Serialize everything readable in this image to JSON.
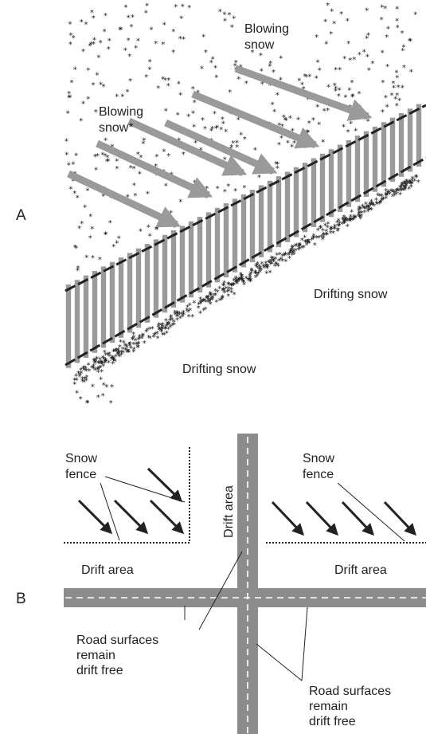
{
  "panel_a": {
    "letter": "A",
    "blowing_snow_top_line1": "Blowing",
    "blowing_snow_top_line2": "snow",
    "blowing_snow_left_line1": "Blowing",
    "blowing_snow_left_line2": "snow*",
    "drifting_snow_right": "Drifting snow",
    "drifting_snow_bottom": "Drifting snow"
  },
  "panel_b": {
    "letter": "B",
    "snow_fence_left_line1": "Snow",
    "snow_fence_left_line2": "fence",
    "snow_fence_right_line1": "Snow",
    "snow_fence_right_line2": "fence",
    "drift_area_vertical": "Drift area",
    "drift_area_left": "Drift area",
    "drift_area_right": "Drift area",
    "road_left_line1": "Road surfaces",
    "road_left_line2": "remain",
    "road_left_line3": "drift free",
    "road_right_line1": "Road surfaces",
    "road_right_line2": "remain",
    "road_right_line3": "drift free"
  },
  "colors": {
    "fence_gray": "#9a9a9a",
    "road_gray": "#8c8c8c",
    "ink": "#222222"
  },
  "icons": {
    "snowflake": "asterisk"
  }
}
